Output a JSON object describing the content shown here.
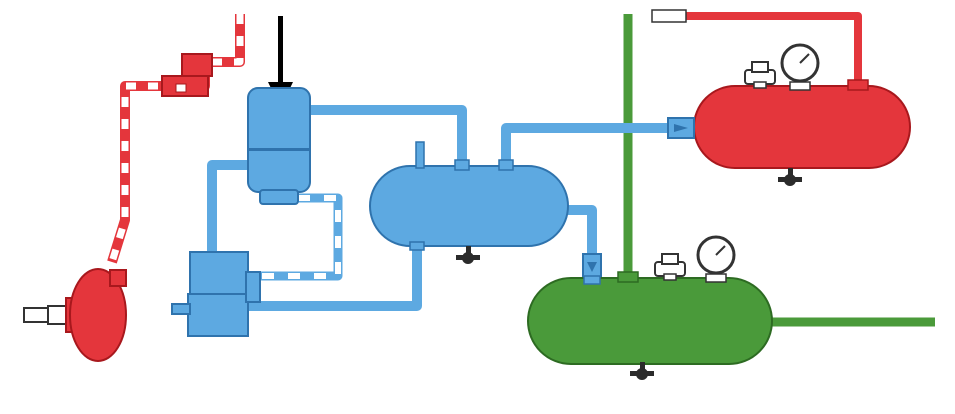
{
  "diagram": {
    "colors": {
      "background": "#ffffff",
      "pipe_blue": "#5da9e1",
      "pipe_blue_edge": "#2f73ad",
      "pipe_green": "#4a9a3a",
      "pipe_green_edge": "#2d6b22",
      "pipe_red": "#e4363c",
      "pipe_red_edge": "#a8181d",
      "stripe_white": "#ffffff",
      "drain_valve": "#2b2b2b",
      "gauge_face": "#ffffff",
      "arrow": "#000000"
    },
    "components": [
      {
        "id": "air-inlet-arrow",
        "icon": "down-arrow-icon"
      },
      {
        "id": "air-dryer",
        "icon": "filter-icon"
      },
      {
        "id": "compressor",
        "icon": "compressor-icon"
      },
      {
        "id": "wet-tank",
        "icon": "tank-icon"
      },
      {
        "id": "primary-tank",
        "icon": "tank-icon"
      },
      {
        "id": "secondary-tank",
        "icon": "tank-icon"
      },
      {
        "id": "brake-chamber",
        "icon": "brake-chamber-icon"
      },
      {
        "id": "check-valve",
        "icon": "valve-icon"
      },
      {
        "id": "pressure-gauge",
        "icon": "gauge-icon"
      },
      {
        "id": "safety-valve",
        "icon": "safety-valve-icon"
      },
      {
        "id": "drain-valve",
        "icon": "drain-valve-icon"
      },
      {
        "id": "relay-valve",
        "icon": "valve-icon"
      }
    ]
  }
}
